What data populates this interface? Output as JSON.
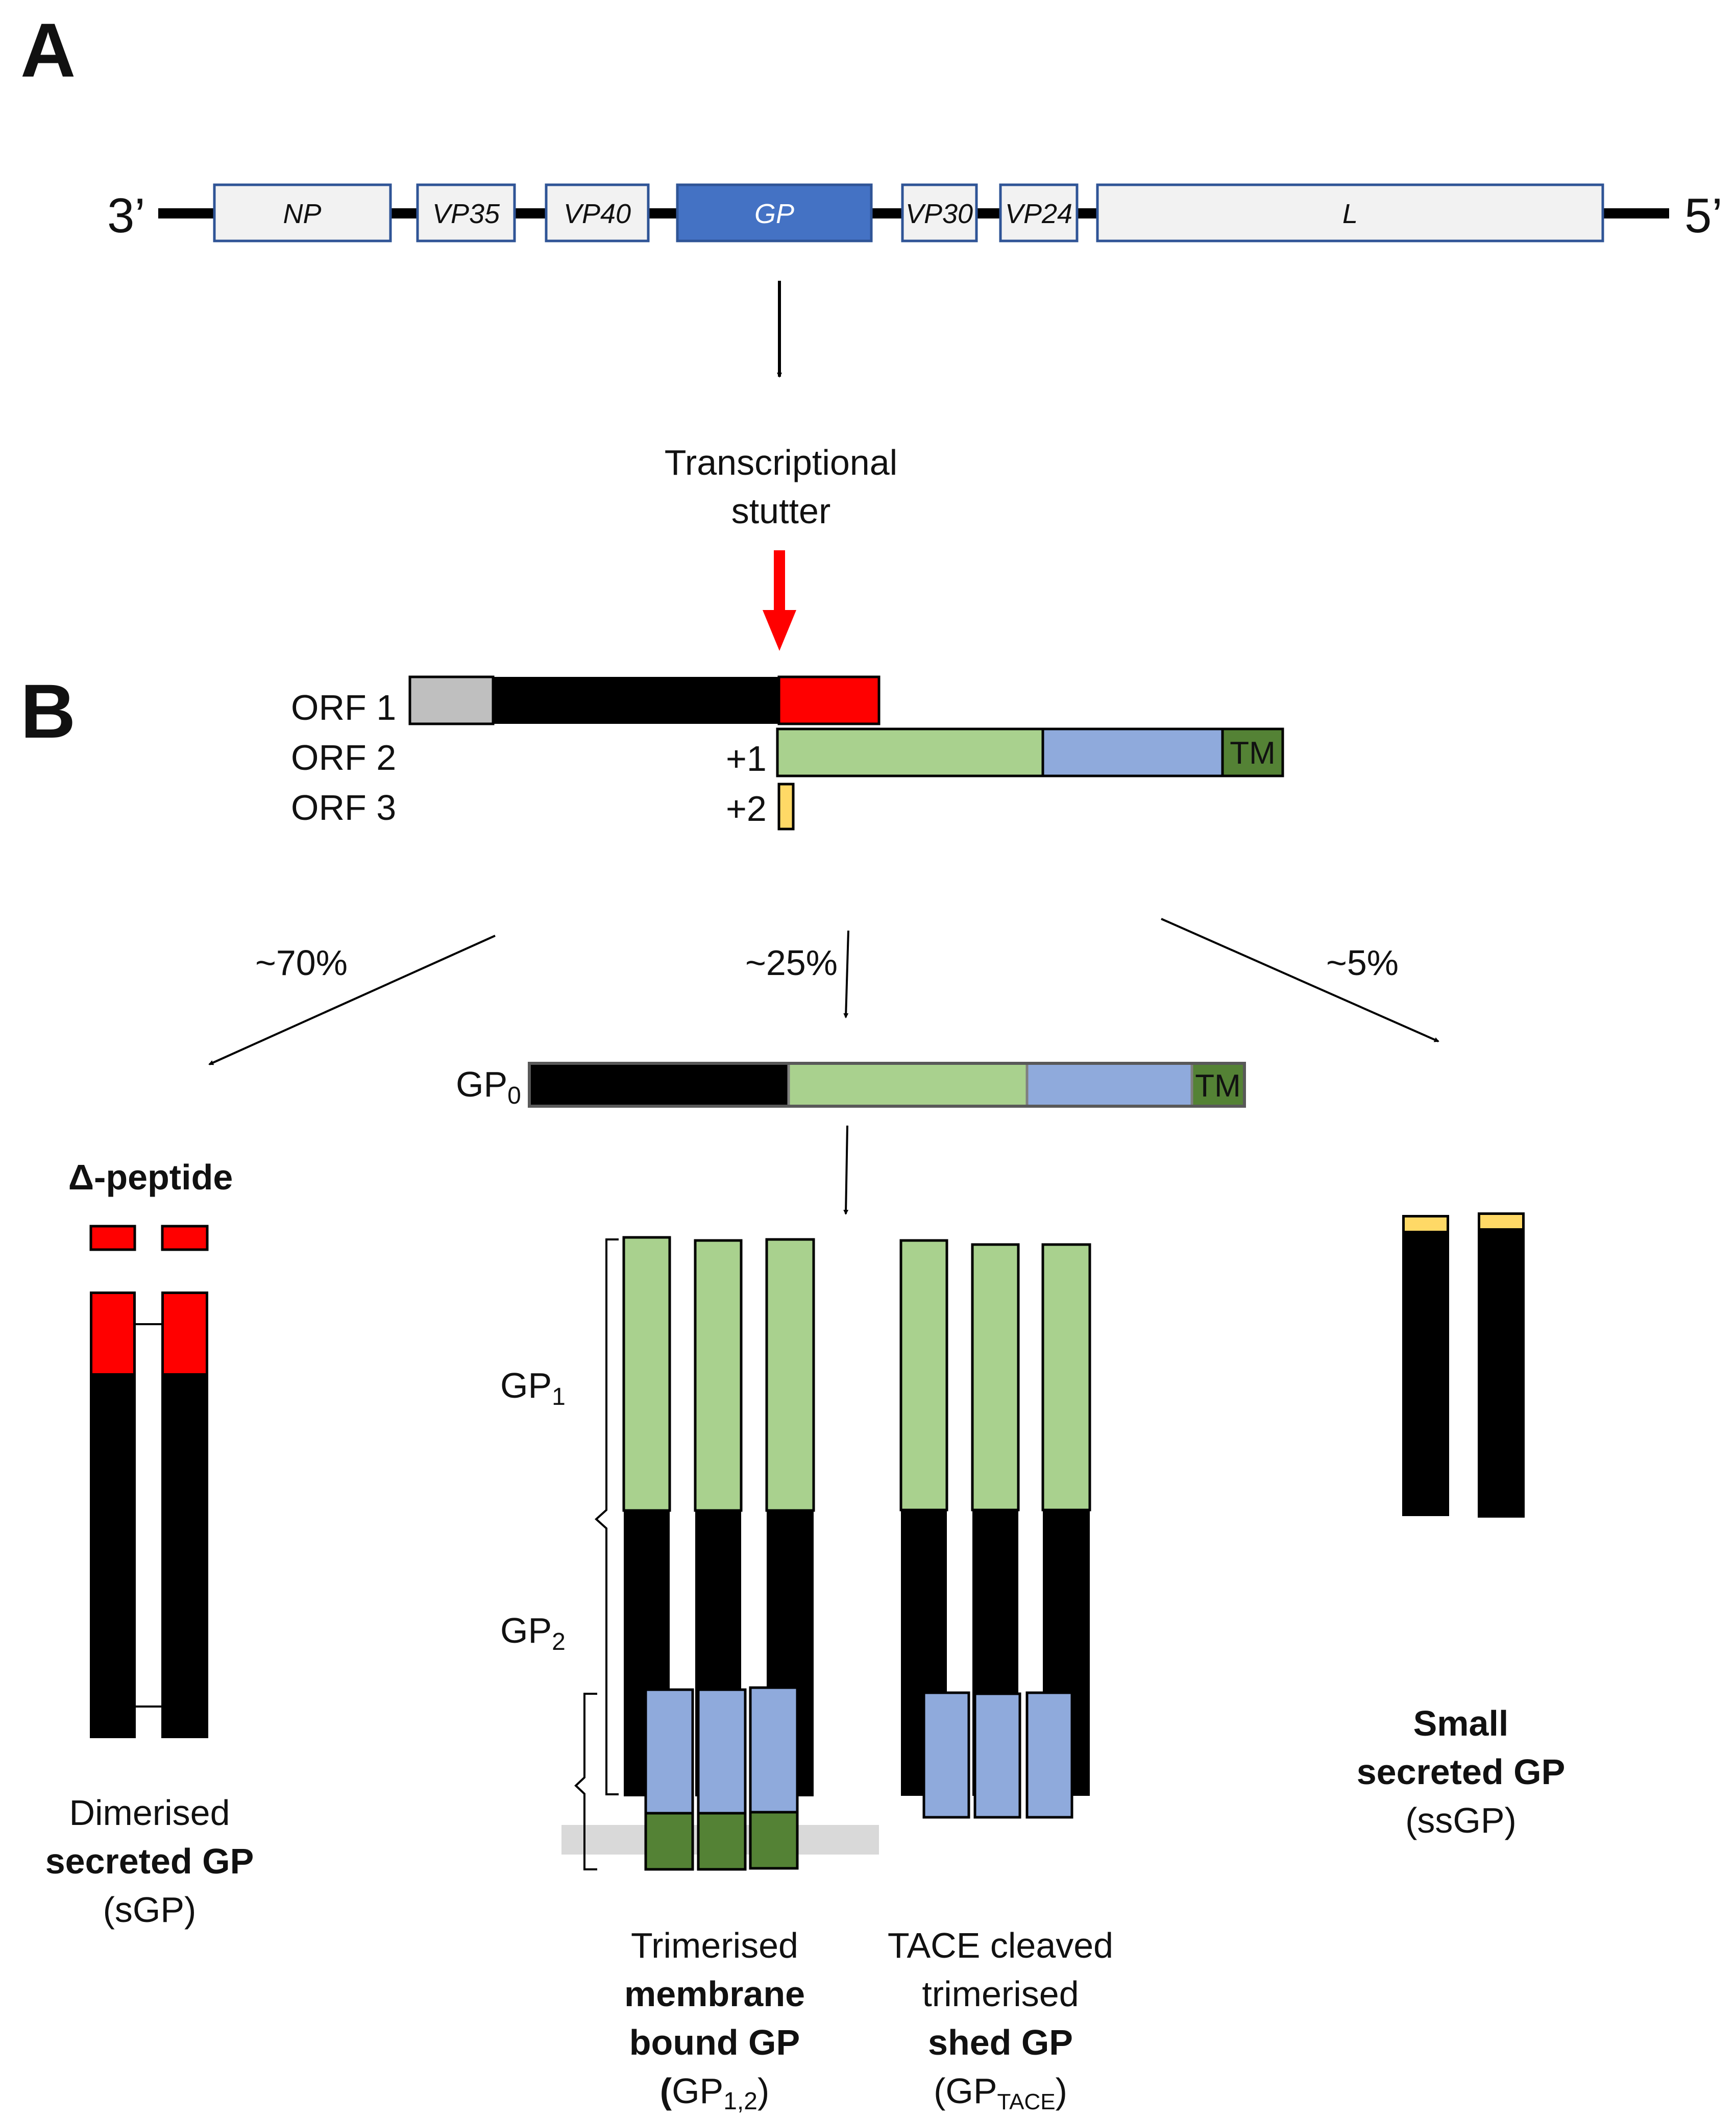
{
  "panels": {
    "a": "A",
    "b": "B"
  },
  "genome": {
    "end_left": "3’",
    "end_right": "5’",
    "genes": [
      "NP",
      "VP35",
      "VP40",
      "GP",
      "VP30",
      "VP24",
      "L"
    ]
  },
  "stutter": {
    "line1": "Transcriptional",
    "line2": "stutter"
  },
  "orfs": {
    "orf1": "ORF 1",
    "orf2": "ORF 2",
    "orf3": "ORF 3",
    "shift1": "+1",
    "shift2": "+2",
    "tm": "TM"
  },
  "pathways": {
    "left": "~70%",
    "center": "~25%",
    "right": "~5%"
  },
  "gp0": {
    "label": "GP",
    "sub": "0",
    "tm": "TM"
  },
  "delta": {
    "label": "Δ-peptide"
  },
  "gp_domains": {
    "gp1": "GP",
    "gp1_sub": "1",
    "gp2": "GP",
    "gp2_sub": "2"
  },
  "products": {
    "sgp": {
      "line1": "Dimerised",
      "line2": "secreted GP",
      "line3": "(sGP)"
    },
    "memb": {
      "line1": "Trimerised",
      "line2": "membrane",
      "line3": "bound GP",
      "line4_open": "(",
      "line4_gp": "GP",
      "line4_sub": "1,2",
      "line4_close": ")"
    },
    "shed": {
      "line1": "TACE cleaved",
      "line2": "trimerised",
      "line3": "shed GP",
      "line4_gp": "(GP",
      "line4_sub": "TACE",
      "line4_close": ")"
    },
    "ssgp": {
      "line1": "Small",
      "line2": "secreted GP",
      "line3": "(ssGP)"
    }
  },
  "colors": {
    "gene_fill": "#f2f2f2",
    "gene_border": "#2f5496",
    "gp_fill": "#4472c4",
    "black": "#000000",
    "grey": "#bfbfbf",
    "red": "#ff0000",
    "green": "#a9d18e",
    "blue": "#8faadc",
    "dark_green": "#548235",
    "yellow": "#ffd966",
    "membrane": "#d9d9d9"
  }
}
